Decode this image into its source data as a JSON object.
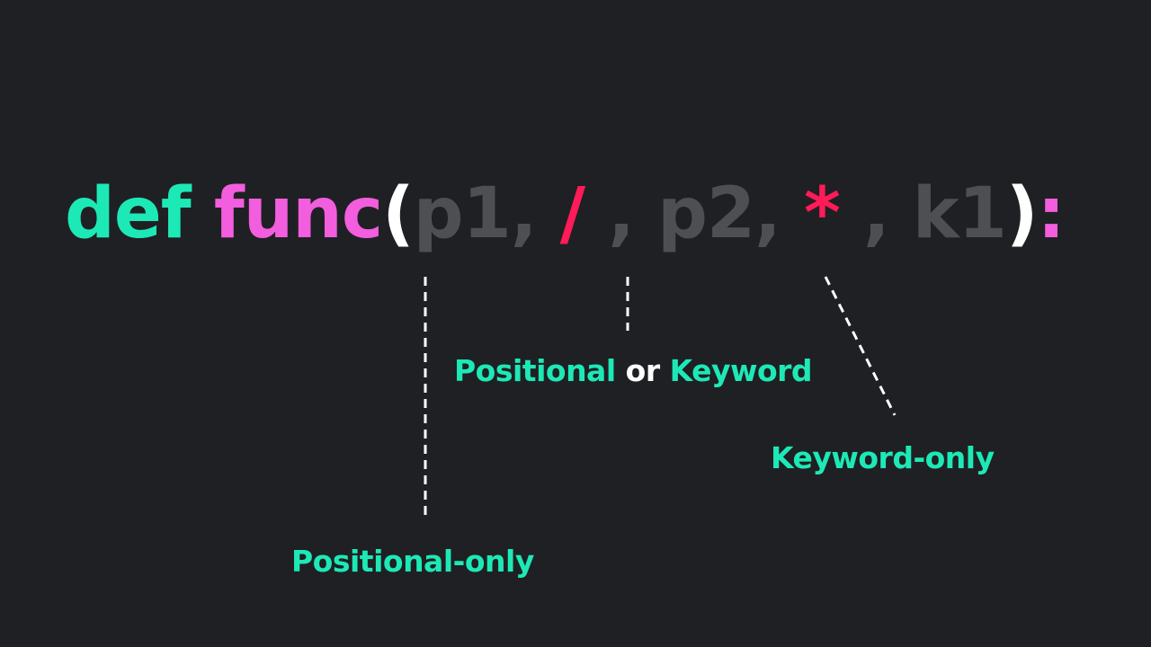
{
  "colors": {
    "background": "#1f2023",
    "keyword": "#1de9b6",
    "function_name": "#f25ede",
    "paren": "#ffffff",
    "param": "#4e4f52",
    "separator": "#ff1a58",
    "label_accent": "#1de9b6",
    "label_plain": "#ffffff",
    "guide_line": "#ffffff"
  },
  "code": {
    "keyword": "def",
    "space": " ",
    "function_name": "func",
    "open_paren": "(",
    "param_1": "p1,",
    "slash": "/",
    "comma_1": ",",
    "param_2": "p2,",
    "star": "*",
    "comma_2": ",",
    "param_3": "k1",
    "close_paren": ")",
    "colon": ":"
  },
  "labels": {
    "positional_or_keyword": {
      "part_1": "Positional",
      "part_2": "or",
      "part_3": "Keyword"
    },
    "keyword_only": "Keyword-only",
    "positional_only": "Positional-only"
  }
}
